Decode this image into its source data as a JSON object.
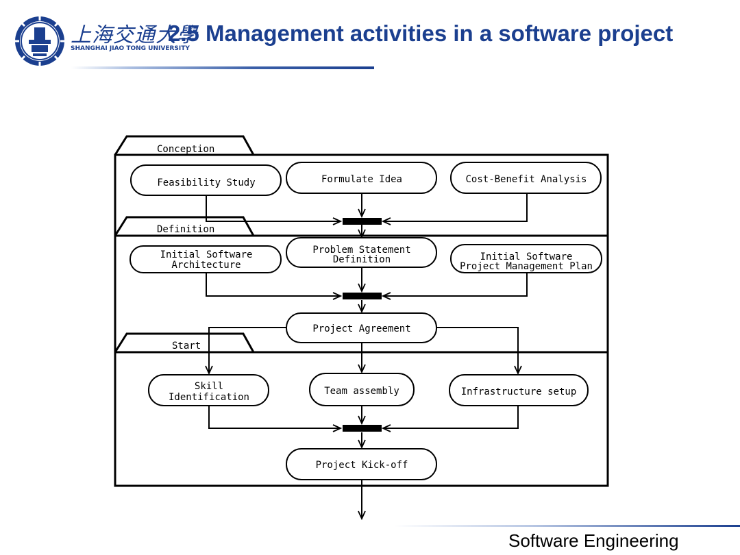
{
  "header": {
    "university_cn": "上海交通大學",
    "university_en": "SHANGHAI JIAO TONG UNIVERSITY",
    "title": "2.5 Management activities in a software project"
  },
  "footer": {
    "text": "Software Engineering"
  },
  "diagram": {
    "packages": [
      {
        "id": "conception",
        "label": "Conception"
      },
      {
        "id": "definition",
        "label": "Definition"
      },
      {
        "id": "start",
        "label": "Start"
      }
    ],
    "nodes": {
      "feasibility": {
        "lines": [
          "Feasibility Study"
        ]
      },
      "formulate": {
        "lines": [
          "Formulate Idea"
        ]
      },
      "costbenefit": {
        "lines": [
          "Cost-Benefit Analysis"
        ]
      },
      "initarch": {
        "lines": [
          "Initial Software",
          "Architecture"
        ]
      },
      "problem": {
        "lines": [
          "Problem Statement",
          "Definition"
        ]
      },
      "initspmp": {
        "lines": [
          "Initial Software",
          "Project Management Plan"
        ]
      },
      "agreement": {
        "lines": [
          "Project Agreement"
        ]
      },
      "skill": {
        "lines": [
          "Skill",
          "Identification"
        ]
      },
      "team": {
        "lines": [
          "Team assembly"
        ]
      },
      "infra": {
        "lines": [
          "Infrastructure setup"
        ]
      },
      "kickoff": {
        "lines": [
          "Project Kick-off"
        ]
      }
    }
  }
}
